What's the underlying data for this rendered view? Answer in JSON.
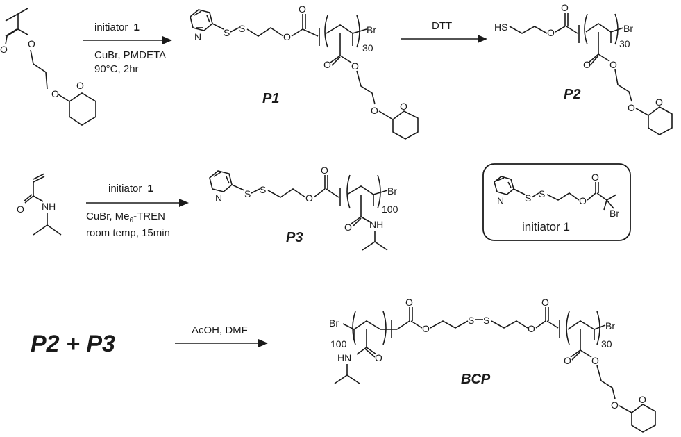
{
  "reaction1": {
    "conditions_top": "initiator",
    "initiator_num": "1",
    "conditions_line2": "CuBr, PMDETA",
    "conditions_line3": "90°C, 2hr",
    "product_label": "P1",
    "repeat": "30"
  },
  "reaction2": {
    "reagent": "DTT",
    "product_label": "P2",
    "repeat": "30"
  },
  "reaction3": {
    "conditions_top": "initiator",
    "initiator_num": "1",
    "conditions_line2": "CuBr, Me",
    "conditions_line2_sub": "6",
    "conditions_line2_end": "-TREN",
    "conditions_line3": "room temp, 15min",
    "product_label": "P3",
    "repeat": "100"
  },
  "initiator_box": {
    "label": "initiator 1"
  },
  "reaction4": {
    "reactants": "P2 + P3",
    "conditions": "AcOH, DMF",
    "product_label": "BCP",
    "repeat_left": "100",
    "repeat_right": "30"
  },
  "atoms": {
    "O": "O",
    "N": "N",
    "S": "S",
    "Br": "Br",
    "HS": "HS",
    "NH": "NH",
    "HN": "HN"
  }
}
